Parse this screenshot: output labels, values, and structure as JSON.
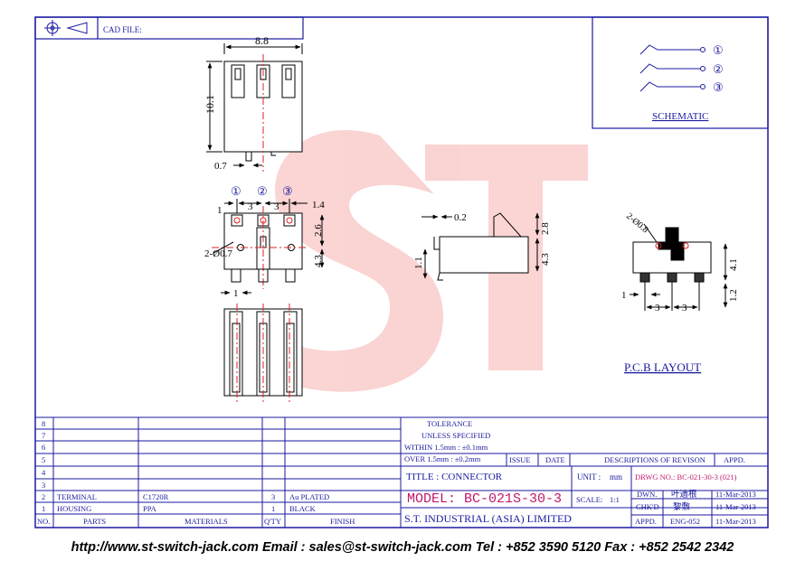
{
  "header": {
    "cad_file_label": "CAD FILE:"
  },
  "dims": {
    "width_8_8": "8.8",
    "height_10_1": "10.1",
    "d_0_7": "0.7",
    "d_1_top": "1",
    "d_3_left": "3",
    "d_3_right": "3",
    "d_1_4": "1.4",
    "d_2_6": "2.6",
    "d_4_3": "4.3",
    "hole_left": "2-Ø0.7",
    "d_1_bottom": "1",
    "side_0_2": "0.2",
    "side_2_8": "2.8",
    "side_1_1": "1.1",
    "side_4_3": "4.3",
    "pcb_hole": "2-Ø0.8",
    "pcb_4_1": "4.1",
    "pcb_1": "1",
    "pcb_3_left": "3",
    "pcb_3_right": "3",
    "pcb_1_2": "1.2"
  },
  "pins": {
    "p1": "①",
    "p2": "②",
    "p3": "③"
  },
  "schematic": {
    "label": "SCHEMATIC",
    "pin1": "①",
    "pin2": "②",
    "pin3": "③"
  },
  "pcb_layout_label": "P.C.B  LAYOUT",
  "watermark": "S T",
  "bom": {
    "rows": [
      {
        "no": "8",
        "part": "",
        "material": "",
        "qty": "",
        "finish": ""
      },
      {
        "no": "7",
        "part": "",
        "material": "",
        "qty": "",
        "finish": ""
      },
      {
        "no": "6",
        "part": "",
        "material": "",
        "qty": "",
        "finish": ""
      },
      {
        "no": "5",
        "part": "",
        "material": "",
        "qty": "",
        "finish": ""
      },
      {
        "no": "4",
        "part": "",
        "material": "",
        "qty": "",
        "finish": ""
      },
      {
        "no": "3",
        "part": "",
        "material": "",
        "qty": "",
        "finish": ""
      },
      {
        "no": "2",
        "part": "TERMINAL",
        "material": "C1720R",
        "qty": "3",
        "finish": "Au PLATED"
      },
      {
        "no": "1",
        "part": "HOUSING",
        "material": "PPA",
        "qty": "1",
        "finish": "BLACK"
      }
    ],
    "headers": {
      "no": "NO.",
      "part": "PARTS",
      "material": "MATERIALS",
      "qty": "Q'TY",
      "finish": "FINISH"
    }
  },
  "tolerance": {
    "title": "TOLERANCE",
    "subtitle": "UNLESS  SPECIFIED",
    "within": "WITHIN  1.5mm : ±0.1mm",
    "over": "OVER   1.5mm : ±0.2mm"
  },
  "revision": {
    "issue": "ISSUE",
    "date": "DATE",
    "desc": "DESCRIPTIONS  OF  REVISON",
    "appd": "APPD."
  },
  "title_block": {
    "title": "TITLE  : CONNECTOR",
    "unit_label": "UNIT :",
    "unit_value": "mm",
    "drwg_no": "DRWG NO.: BC-021-30-3 (021)",
    "model": "MODEL: BC-021S-30-3",
    "scale_label": "SCALE:",
    "scale_value": "1:1",
    "dwn_label": "DWN.",
    "dwn_name": "叶適根",
    "dwn_date": "11-Mar-2013",
    "chkd_label": "CHK'D",
    "chkd_name": "黎敷",
    "chkd_date": "11-Mar-2013",
    "company": "S.T.  INDUSTRIAL  (ASIA)  LIMITED",
    "appd_label": "APPD.",
    "appd_name": "ENG-052",
    "appd_date": "11-Mar-2013"
  },
  "footer": "http://www.st-switch-jack.com  Email : sales@st-switch-jack.com  Tel : +852 3590 5120  Fax : +852 2542 2342",
  "colors": {
    "frame": "#1a1aa0",
    "accent": "#c0186a",
    "red": "#e02020",
    "watermark": "#f4a0a0"
  }
}
